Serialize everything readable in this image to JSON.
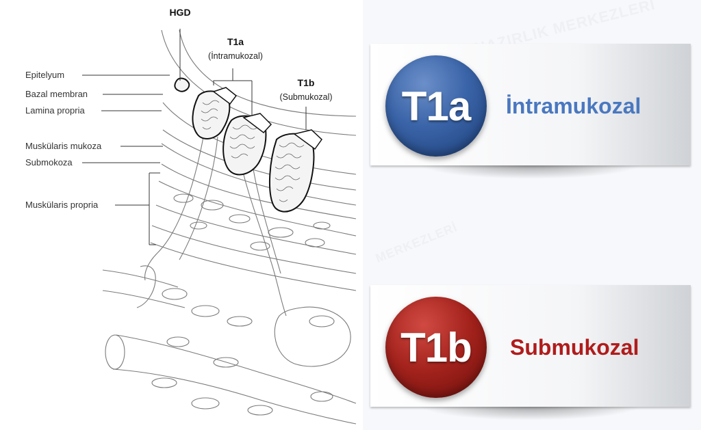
{
  "watermark": {
    "text": "HAZIRLIK MERKEZLERİ",
    "text2": "MERKEZLERİ"
  },
  "diagram": {
    "stages": {
      "hgd": "HGD",
      "t1a": "T1a",
      "t1a_sub": "(İntramukozal)",
      "t1b": "T1b",
      "t1b_sub": "(Submukozal)"
    },
    "layers": [
      "Epitelyum",
      "Bazal membran",
      "Lamina propria",
      "Muskülaris mukoza",
      "Submokoza",
      "Muskülaris propria"
    ]
  },
  "cards": [
    {
      "badge": "T1a",
      "label": "İntramukozal",
      "color": "#3a64a8",
      "text_color": "#4a78c0"
    },
    {
      "badge": "T1b",
      "label": "Submukozal",
      "color": "#a3221c",
      "text_color": "#b01c1c"
    }
  ]
}
